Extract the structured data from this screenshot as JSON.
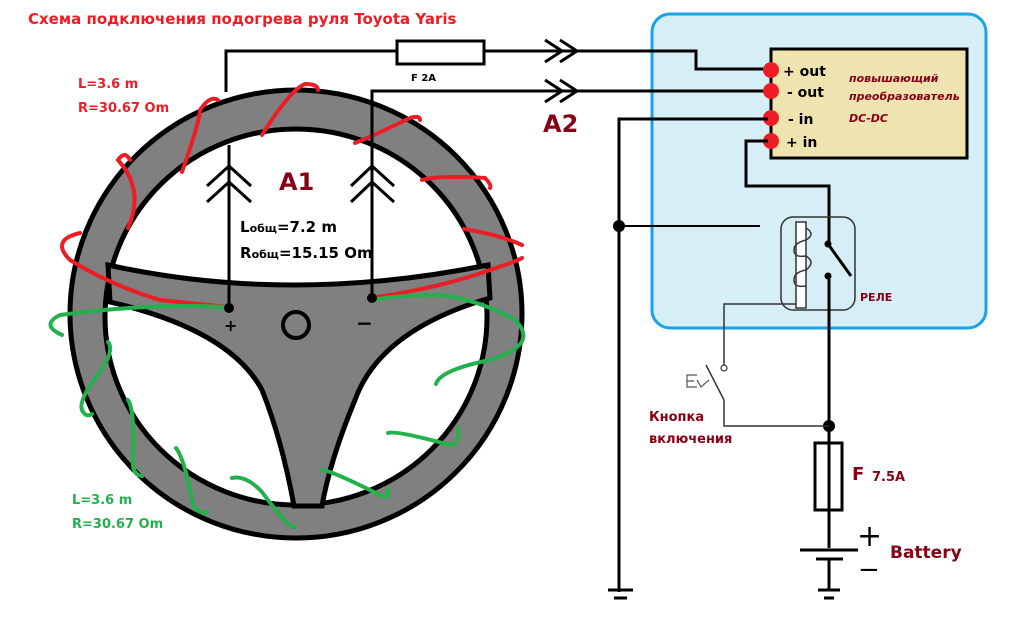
{
  "title": "Схема подключения подогрева руля Toyota Yaris",
  "colors": {
    "red_wire": "#ee1c24",
    "green_wire": "#22b14c",
    "wheel": "#808080",
    "box_bg": "#d6eef6",
    "box_border": "#1aa3e8",
    "converter_bg": "#efe3b0",
    "label_dark_red": "#880015"
  },
  "heater_top": {
    "length": "L=3.6 m",
    "resistance": "R=30.67 Om"
  },
  "heater_bottom": {
    "length": "L=3.6 m",
    "resistance": "R=30.67 Om"
  },
  "total": {
    "length_prefix": "L",
    "length_sub": "общ",
    "length_value": "=7.2 m",
    "res_prefix": "R",
    "res_sub": "общ",
    "res_value": "=15.15 Om"
  },
  "connectors": {
    "a1": "A1",
    "a2": "A2"
  },
  "wheel_terminals": {
    "plus": "+",
    "minus": "−"
  },
  "fuse_small": "F 2A",
  "converter": {
    "pins": [
      "+ out",
      "- out",
      "- in",
      "+ in"
    ],
    "line1": "повышающий",
    "line2": "преобразователь",
    "line3": "DC-DC"
  },
  "relay": "РЕЛЕ",
  "button": {
    "line1": "Кнопка",
    "line2": "включения"
  },
  "fuse_main": {
    "letter": "F",
    "value": "7.5A"
  },
  "battery": {
    "label": "Battery",
    "plus": "+",
    "minus": "−"
  }
}
